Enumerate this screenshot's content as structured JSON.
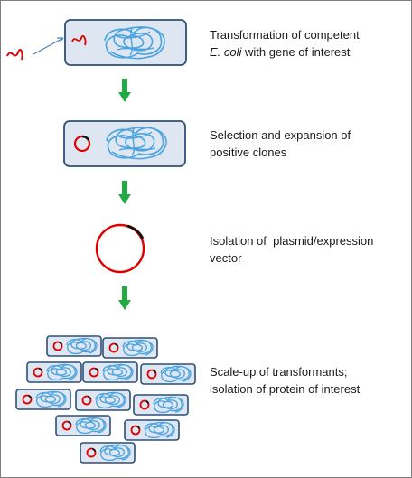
{
  "steps": [
    {
      "id": "transformation",
      "text_line1": "Transformation of competent",
      "text_line2_italic": "E. coli",
      "text_line2_rest": " with gene of interest"
    },
    {
      "id": "selection",
      "text_line1": "Selection and expansion of",
      "text_line2": "positive clones"
    },
    {
      "id": "isolation",
      "text_line1": "Isolation of  plasmid/expression",
      "text_line2": "vector"
    },
    {
      "id": "scale-up",
      "text_line1": "Scale-up of transformants;",
      "text_line2": "isolation of protein of interest"
    }
  ],
  "colors": {
    "cell_fill": "#dde6f1",
    "cell_border": "#2e4f77",
    "dna_tangle": "#4aa3df",
    "gene": "#e00000",
    "plasmid": "#e00000",
    "insert": "#111111",
    "arrow": "#22aa44",
    "pointer_arrow": "#4f7fb8"
  },
  "icons": [
    "bacterium-cell-icon",
    "dna-tangle-icon",
    "gene-fragment-icon",
    "plasmid-ring-icon",
    "down-arrow-icon"
  ]
}
